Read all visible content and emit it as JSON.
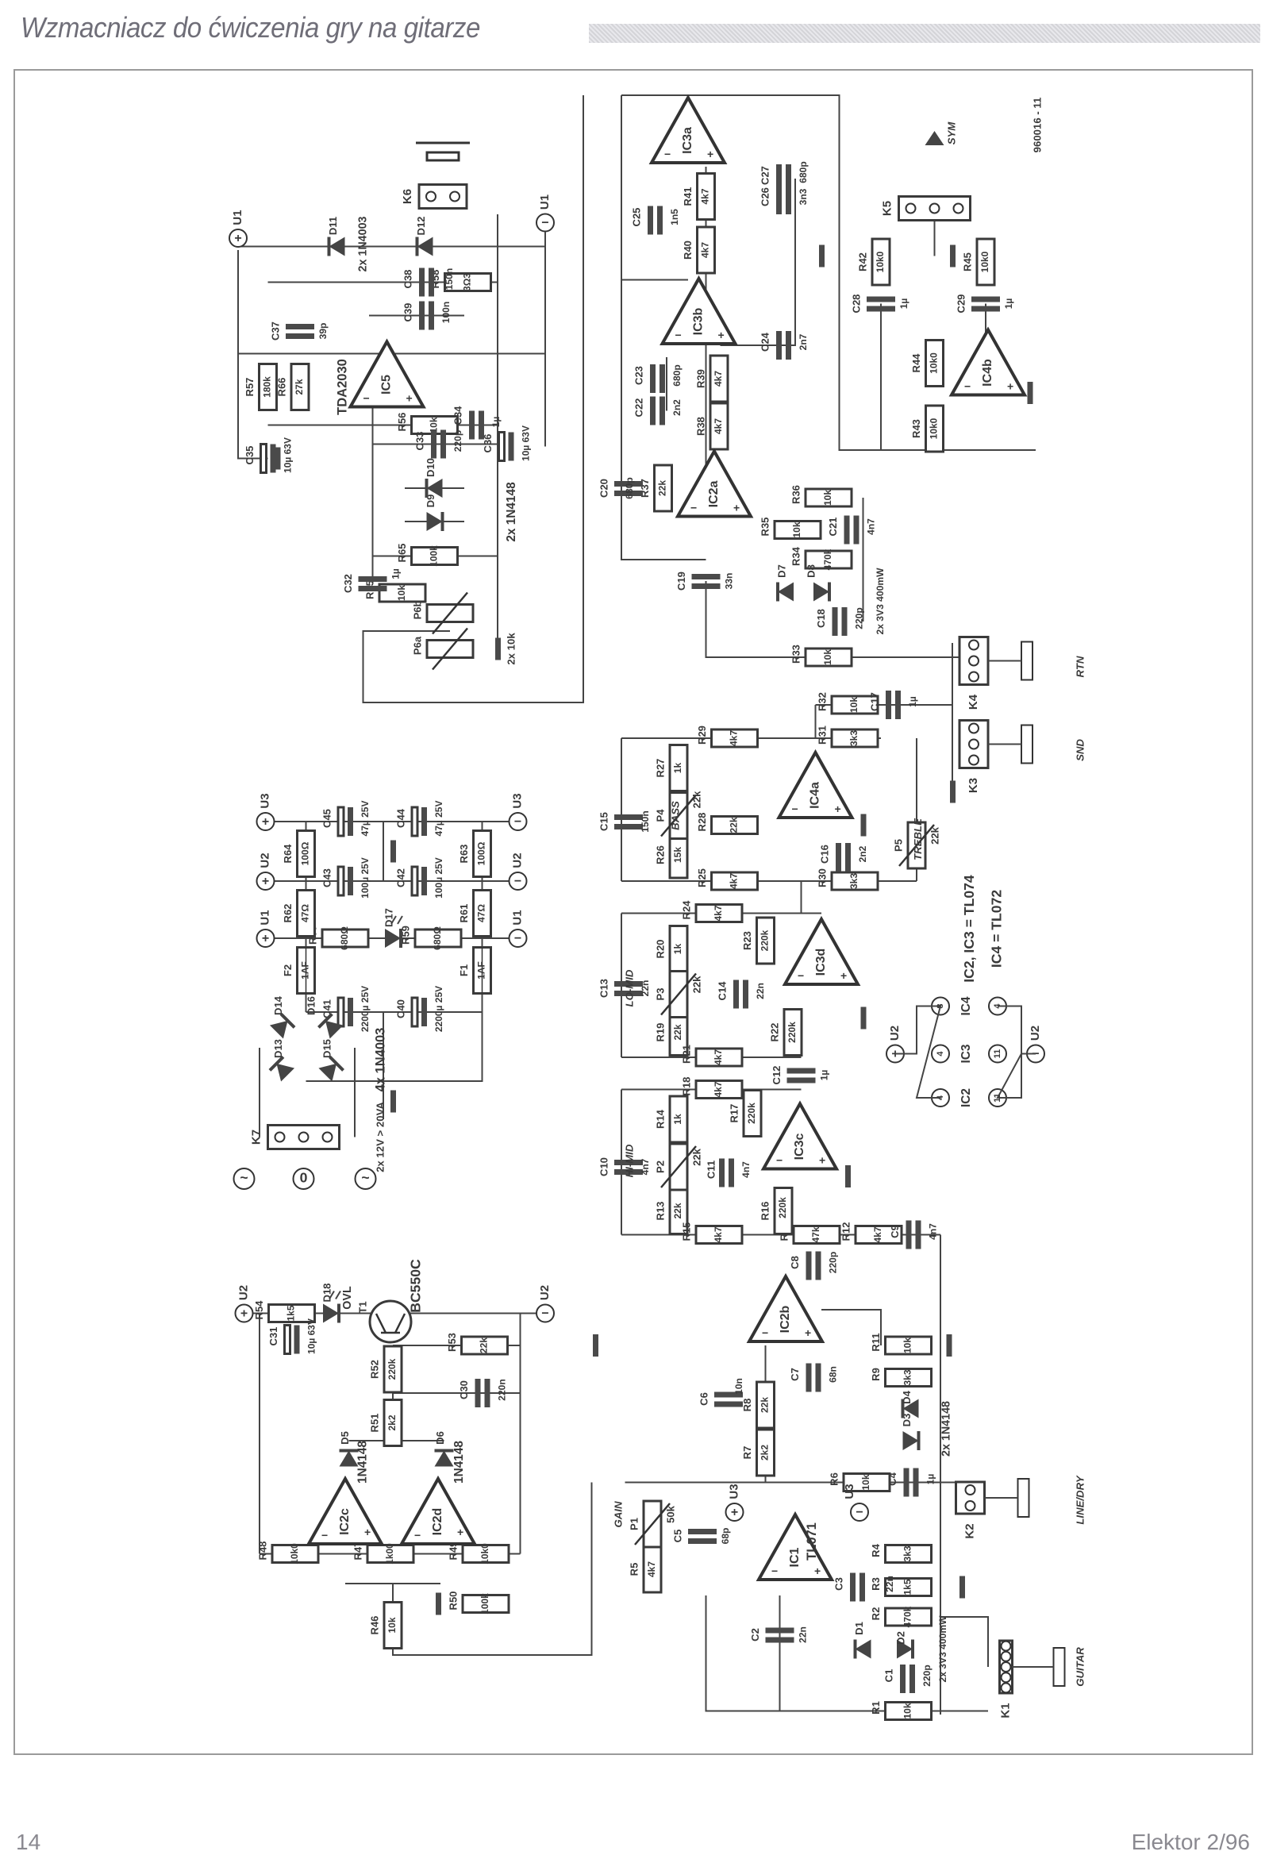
{
  "header": {
    "title": "Wzmacniacz do ćwiczenia gry na gitarze"
  },
  "footer": {
    "page_number": "14",
    "journal": "Elektor 2/96"
  },
  "annotations": {
    "figure_id": "960016 - 11",
    "ic_types_1": "IC2, IC3 = TL074",
    "ic_types_2": "IC4 = TL072",
    "tda": "TDA2030",
    "tl071": "TL071",
    "bc550c": "BC550C",
    "ovl": "OVL",
    "d11_12": "2x 1N4003",
    "d9_10": "2x 1N4148",
    "p6": "2x 10k",
    "d7_8": "2x 3V3 400mW",
    "d3_4": "2x 1N4148",
    "d1_2": "2x 3V3 400mW",
    "bridge": "4x 1N4003",
    "transformer": "2x 12V > 20VA",
    "d5": "1N4148",
    "d6": "1N4148",
    "bass": "BASS",
    "treble": "TREBLE",
    "lomid": "LO-MID",
    "himid": "HI-MID",
    "gain": "GAIN",
    "sym": "SYM",
    "rtn": "RTN",
    "snd": "SND",
    "linedry": "LINE/DRY",
    "guitar": "GUITAR",
    "k7_ac1": "~",
    "k7_zero": "0",
    "k7_ac2": "~",
    "tbl_ic2": "IC2",
    "tbl_ic3": "IC3",
    "tbl_ic4": "IC4",
    "pin_ic2_p": "4",
    "pin_ic3_p": "4",
    "pin_ic4_p": "8",
    "pin_ic2_n": "11",
    "pin_ic3_n": "11",
    "pin_ic4_n": "4"
  },
  "supplies": [
    {
      "label": "U1",
      "sign": "+"
    },
    {
      "label": "U1",
      "sign": "−"
    },
    {
      "label": "U3",
      "sign": "+"
    },
    {
      "label": "U2",
      "sign": "+"
    },
    {
      "label": "U1",
      "sign": "+"
    },
    {
      "label": "U3",
      "sign": "−"
    },
    {
      "label": "U2",
      "sign": "−"
    },
    {
      "label": "U1",
      "sign": "−"
    },
    {
      "label": "U2",
      "sign": "+"
    },
    {
      "label": "U2",
      "sign": "−"
    },
    {
      "label": "U3",
      "sign": "+"
    },
    {
      "label": "U3",
      "sign": "−"
    },
    {
      "label": "U2",
      "sign": "+"
    },
    {
      "label": "U2",
      "sign": "−"
    }
  ],
  "components": [
    {
      "ref": "R1",
      "value": "10k",
      "type": "resistor"
    },
    {
      "ref": "R2",
      "value": "470k",
      "type": "resistor"
    },
    {
      "ref": "R3",
      "value": "1k5",
      "type": "resistor"
    },
    {
      "ref": "R4",
      "value": "3k3",
      "type": "resistor"
    },
    {
      "ref": "R5",
      "value": "4k7",
      "type": "resistor"
    },
    {
      "ref": "R6",
      "value": "10k",
      "type": "resistor"
    },
    {
      "ref": "R7",
      "value": "2k2",
      "type": "resistor"
    },
    {
      "ref": "R8",
      "value": "22k",
      "type": "resistor"
    },
    {
      "ref": "R9",
      "value": "3k3",
      "type": "resistor"
    },
    {
      "ref": "R10",
      "value": "47k",
      "type": "resistor"
    },
    {
      "ref": "R11",
      "value": "10k",
      "type": "resistor"
    },
    {
      "ref": "R12",
      "value": "4k7",
      "type": "resistor"
    },
    {
      "ref": "R13",
      "value": "22k",
      "type": "resistor"
    },
    {
      "ref": "R14",
      "value": "1k",
      "type": "resistor"
    },
    {
      "ref": "R15",
      "value": "4k7",
      "type": "resistor"
    },
    {
      "ref": "R16",
      "value": "220k",
      "type": "resistor"
    },
    {
      "ref": "R17",
      "value": "220k",
      "type": "resistor"
    },
    {
      "ref": "R18",
      "value": "4k7",
      "type": "resistor"
    },
    {
      "ref": "R19",
      "value": "22k",
      "type": "resistor"
    },
    {
      "ref": "R20",
      "value": "1k",
      "type": "resistor"
    },
    {
      "ref": "R21",
      "value": "4k7",
      "type": "resistor"
    },
    {
      "ref": "R22",
      "value": "220k",
      "type": "resistor"
    },
    {
      "ref": "R23",
      "value": "220k",
      "type": "resistor"
    },
    {
      "ref": "R24",
      "value": "4k7",
      "type": "resistor"
    },
    {
      "ref": "R25",
      "value": "4k7",
      "type": "resistor"
    },
    {
      "ref": "R26",
      "value": "15k",
      "type": "resistor"
    },
    {
      "ref": "R27",
      "value": "1k",
      "type": "resistor"
    },
    {
      "ref": "R28",
      "value": "22k",
      "type": "resistor"
    },
    {
      "ref": "R29",
      "value": "4k7",
      "type": "resistor"
    },
    {
      "ref": "R30",
      "value": "3k3",
      "type": "resistor"
    },
    {
      "ref": "R31",
      "value": "3k3",
      "type": "resistor"
    },
    {
      "ref": "R32",
      "value": "10k",
      "type": "resistor"
    },
    {
      "ref": "R33",
      "value": "10k",
      "type": "resistor"
    },
    {
      "ref": "R34",
      "value": "470k",
      "type": "resistor"
    },
    {
      "ref": "R35",
      "value": "10k",
      "type": "resistor"
    },
    {
      "ref": "R36",
      "value": "10k",
      "type": "resistor"
    },
    {
      "ref": "R37",
      "value": "22k",
      "type": "resistor"
    },
    {
      "ref": "R38",
      "value": "4k7",
      "type": "resistor"
    },
    {
      "ref": "R39",
      "value": "4k7",
      "type": "resistor"
    },
    {
      "ref": "R40",
      "value": "4k7",
      "type": "resistor"
    },
    {
      "ref": "R41",
      "value": "4k7",
      "type": "resistor"
    },
    {
      "ref": "R42",
      "value": "10k0",
      "type": "resistor"
    },
    {
      "ref": "R43",
      "value": "10k0",
      "type": "resistor"
    },
    {
      "ref": "R44",
      "value": "10k0",
      "type": "resistor"
    },
    {
      "ref": "R45",
      "value": "10k0",
      "type": "resistor"
    },
    {
      "ref": "R46",
      "value": "10k",
      "type": "resistor"
    },
    {
      "ref": "R47",
      "value": "1k00",
      "type": "resistor"
    },
    {
      "ref": "R48",
      "value": "10k0",
      "type": "resistor"
    },
    {
      "ref": "R49",
      "value": "10k0",
      "type": "resistor"
    },
    {
      "ref": "R50",
      "value": "100k",
      "type": "resistor"
    },
    {
      "ref": "R51",
      "value": "2k2",
      "type": "resistor"
    },
    {
      "ref": "R52",
      "value": "220k",
      "type": "resistor"
    },
    {
      "ref": "R53",
      "value": "22k",
      "type": "resistor"
    },
    {
      "ref": "R54",
      "value": "1k5",
      "type": "resistor"
    },
    {
      "ref": "R55",
      "value": "10k",
      "type": "resistor"
    },
    {
      "ref": "R56",
      "value": "10k",
      "type": "resistor"
    },
    {
      "ref": "R57",
      "value": "180k",
      "type": "resistor"
    },
    {
      "ref": "R58",
      "value": "3Ω3",
      "type": "resistor"
    },
    {
      "ref": "R59",
      "value": "680Ω",
      "type": "resistor"
    },
    {
      "ref": "R60",
      "value": "680Ω",
      "type": "resistor"
    },
    {
      "ref": "R61",
      "value": "47Ω",
      "type": "resistor"
    },
    {
      "ref": "R62",
      "value": "47Ω",
      "type": "resistor"
    },
    {
      "ref": "R63",
      "value": "100Ω",
      "type": "resistor"
    },
    {
      "ref": "R64",
      "value": "100Ω",
      "type": "resistor"
    },
    {
      "ref": "R65",
      "value": "100k",
      "type": "resistor"
    },
    {
      "ref": "R66",
      "value": "27k",
      "type": "resistor"
    },
    {
      "ref": "P1",
      "value": "50k",
      "type": "potentiometer"
    },
    {
      "ref": "P2",
      "value": "22k",
      "type": "potentiometer"
    },
    {
      "ref": "P3",
      "value": "22k",
      "type": "potentiometer"
    },
    {
      "ref": "P4",
      "value": "22k",
      "type": "potentiometer"
    },
    {
      "ref": "P5",
      "value": "22k",
      "type": "potentiometer"
    },
    {
      "ref": "P6a",
      "value": "",
      "type": "potentiometer"
    },
    {
      "ref": "P6b",
      "value": "",
      "type": "potentiometer"
    },
    {
      "ref": "C1",
      "value": "220p",
      "type": "capacitor"
    },
    {
      "ref": "C2",
      "value": "22n",
      "type": "capacitor"
    },
    {
      "ref": "C3",
      "value": "22n",
      "type": "capacitor"
    },
    {
      "ref": "C4",
      "value": "1µ",
      "type": "capacitor"
    },
    {
      "ref": "C5",
      "value": "68p",
      "type": "capacitor"
    },
    {
      "ref": "C6",
      "value": "10n",
      "type": "capacitor"
    },
    {
      "ref": "C7",
      "value": "68n",
      "type": "capacitor"
    },
    {
      "ref": "C8",
      "value": "220p",
      "type": "capacitor"
    },
    {
      "ref": "C9",
      "value": "4n7",
      "type": "capacitor"
    },
    {
      "ref": "C10",
      "value": "4n7",
      "type": "capacitor"
    },
    {
      "ref": "C11",
      "value": "4n7",
      "type": "capacitor"
    },
    {
      "ref": "C12",
      "value": "1µ",
      "type": "capacitor"
    },
    {
      "ref": "C13",
      "value": "22n",
      "type": "capacitor"
    },
    {
      "ref": "C14",
      "value": "22n",
      "type": "capacitor"
    },
    {
      "ref": "C15",
      "value": "150n",
      "type": "capacitor"
    },
    {
      "ref": "C16",
      "value": "2n2",
      "type": "capacitor"
    },
    {
      "ref": "C17",
      "value": "1µ",
      "type": "capacitor"
    },
    {
      "ref": "C18",
      "value": "220p",
      "type": "capacitor"
    },
    {
      "ref": "C19",
      "value": "33n",
      "type": "capacitor"
    },
    {
      "ref": "C20",
      "value": "680p",
      "type": "capacitor"
    },
    {
      "ref": "C21",
      "value": "4n7",
      "type": "capacitor"
    },
    {
      "ref": "C22",
      "value": "2n2",
      "type": "capacitor"
    },
    {
      "ref": "C23",
      "value": "680p",
      "type": "capacitor"
    },
    {
      "ref": "C24",
      "value": "2n7",
      "type": "capacitor"
    },
    {
      "ref": "C25",
      "value": "1n5",
      "type": "capacitor"
    },
    {
      "ref": "C26",
      "value": "3n3",
      "type": "capacitor"
    },
    {
      "ref": "C27",
      "value": "680p",
      "type": "capacitor"
    },
    {
      "ref": "C28",
      "value": "1µ",
      "type": "capacitor"
    },
    {
      "ref": "C29",
      "value": "1µ",
      "type": "capacitor"
    },
    {
      "ref": "C30",
      "value": "220n",
      "type": "capacitor"
    },
    {
      "ref": "C31",
      "value": "10µ 63V",
      "type": "electrolytic"
    },
    {
      "ref": "C32",
      "value": "1µ",
      "type": "capacitor"
    },
    {
      "ref": "C33",
      "value": "220p",
      "type": "capacitor"
    },
    {
      "ref": "C34",
      "value": "1µ",
      "type": "capacitor"
    },
    {
      "ref": "C35",
      "value": "10µ 63V",
      "type": "electrolytic"
    },
    {
      "ref": "C36",
      "value": "10µ 63V",
      "type": "electrolytic"
    },
    {
      "ref": "C37",
      "value": "39p",
      "type": "capacitor"
    },
    {
      "ref": "C38",
      "value": "150n",
      "type": "capacitor"
    },
    {
      "ref": "C39",
      "value": "100n",
      "type": "capacitor"
    },
    {
      "ref": "C40",
      "value": "2200µ 25V",
      "type": "electrolytic"
    },
    {
      "ref": "C41",
      "value": "2200µ 25V",
      "type": "electrolytic"
    },
    {
      "ref": "C42",
      "value": "100µ 25V",
      "type": "electrolytic"
    },
    {
      "ref": "C43",
      "value": "100µ 25V",
      "type": "electrolytic"
    },
    {
      "ref": "C44",
      "value": "47µ 25V",
      "type": "electrolytic"
    },
    {
      "ref": "C45",
      "value": "47µ 25V",
      "type": "electrolytic"
    },
    {
      "ref": "F1",
      "value": "1AF",
      "type": "fuse"
    },
    {
      "ref": "F2",
      "value": "1AF",
      "type": "fuse"
    },
    {
      "ref": "D1",
      "value": "",
      "type": "zener"
    },
    {
      "ref": "D2",
      "value": "",
      "type": "zener"
    },
    {
      "ref": "D3",
      "value": "",
      "type": "diode"
    },
    {
      "ref": "D4",
      "value": "",
      "type": "diode"
    },
    {
      "ref": "D5",
      "value": "",
      "type": "diode"
    },
    {
      "ref": "D6",
      "value": "",
      "type": "diode"
    },
    {
      "ref": "D7",
      "value": "",
      "type": "zener"
    },
    {
      "ref": "D8",
      "value": "",
      "type": "zener"
    },
    {
      "ref": "D9",
      "value": "",
      "type": "diode"
    },
    {
      "ref": "D10",
      "value": "",
      "type": "diode"
    },
    {
      "ref": "D11",
      "value": "",
      "type": "diode"
    },
    {
      "ref": "D12",
      "value": "",
      "type": "diode"
    },
    {
      "ref": "D13",
      "value": "",
      "type": "diode"
    },
    {
      "ref": "D14",
      "value": "",
      "type": "diode"
    },
    {
      "ref": "D15",
      "value": "",
      "type": "diode"
    },
    {
      "ref": "D16",
      "value": "",
      "type": "diode"
    },
    {
      "ref": "D17",
      "value": "",
      "type": "led"
    },
    {
      "ref": "D18",
      "value": "",
      "type": "led"
    },
    {
      "ref": "T1",
      "value": "",
      "type": "transistor"
    },
    {
      "ref": "IC1",
      "value": "",
      "type": "opamp"
    },
    {
      "ref": "IC2a",
      "value": "",
      "type": "opamp"
    },
    {
      "ref": "IC2b",
      "value": "",
      "type": "opamp"
    },
    {
      "ref": "IC2c",
      "value": "",
      "type": "opamp"
    },
    {
      "ref": "IC2d",
      "value": "",
      "type": "opamp"
    },
    {
      "ref": "IC3a",
      "value": "",
      "type": "opamp"
    },
    {
      "ref": "IC3b",
      "value": "",
      "type": "opamp"
    },
    {
      "ref": "IC3c",
      "value": "",
      "type": "opamp"
    },
    {
      "ref": "IC3d",
      "value": "",
      "type": "opamp"
    },
    {
      "ref": "IC4a",
      "value": "",
      "type": "opamp"
    },
    {
      "ref": "IC4b",
      "value": "",
      "type": "opamp"
    },
    {
      "ref": "IC5",
      "value": "",
      "type": "opamp"
    },
    {
      "ref": "K1",
      "value": "",
      "type": "connector"
    },
    {
      "ref": "K2",
      "value": "",
      "type": "connector"
    },
    {
      "ref": "K3",
      "value": "",
      "type": "connector"
    },
    {
      "ref": "K4",
      "value": "",
      "type": "connector"
    },
    {
      "ref": "K5",
      "value": "",
      "type": "connector"
    },
    {
      "ref": "K6",
      "value": "",
      "type": "connector"
    },
    {
      "ref": "K7",
      "value": "",
      "type": "connector"
    }
  ]
}
